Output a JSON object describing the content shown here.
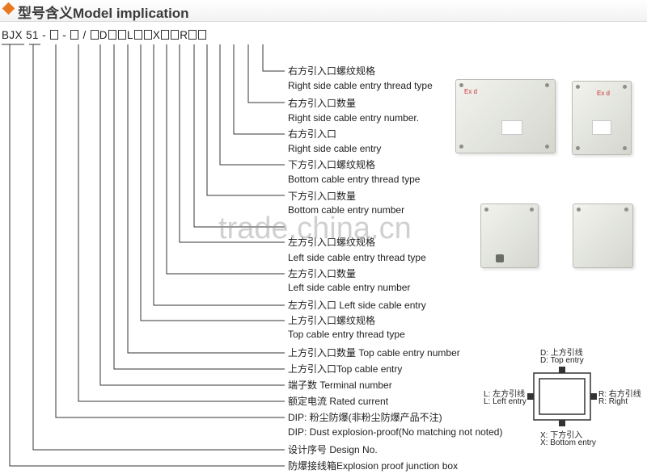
{
  "header": {
    "title": "型号含义Model implication"
  },
  "code": {
    "segments": [
      {
        "text": "BJX 51 - "
      },
      {
        "box": true
      },
      {
        "text": " - "
      },
      {
        "box": true
      },
      {
        "text": " / "
      },
      {
        "box": true
      },
      {
        "text": "D"
      },
      {
        "box": true
      },
      {
        "box": true
      },
      {
        "text": "L"
      },
      {
        "box": true
      },
      {
        "box": true
      },
      {
        "text": "X"
      },
      {
        "box": true
      },
      {
        "box": true
      },
      {
        "text": "R"
      },
      {
        "box": true
      },
      {
        "box": true
      }
    ]
  },
  "labels": [
    "右方引入口螺纹规格",
    "Right side cable entry thread type",
    "右方引入口数量",
    "Right side cable entry number.",
    "右方引入口",
    "Right side cable entry",
    "下方引入口螺纹规格",
    "Bottom cable entry thread type",
    "下方引入口数量",
    "Bottom cable entry number",
    "左方引入口螺纹规格",
    "Left side cable entry thread type",
    "左方引入口数量",
    "Left side cable entry number",
    "左方引入口 Left side cable entry",
    "上方引入口螺纹规格",
    "Top cable entry thread type",
    "上方引入口数量 Top cable entry number",
    "上方引入口Top cable entry",
    "端子数 Terminal number",
    "额定电流  Rated current",
    "DIP:  粉尘防爆(非粉尘防爆产品不注)",
    "DIP: Dust explosion-proof(No matching not noted)",
    "设计序号 Design No.",
    "防爆接线箱Explosion proof junction box"
  ],
  "watermark": "trade.china.cn",
  "photos": {
    "tag": "Ex d"
  },
  "entry_diagram": {
    "top": [
      "D: 上方引线",
      "D: Top  entry"
    ],
    "left": [
      "L: 左方引线",
      "L: Left entry"
    ],
    "right": [
      "R: 右方引线",
      "R: Right"
    ],
    "bottom": [
      "X: 下方引入",
      "X: Bottom entry"
    ]
  },
  "colors": {
    "accent": "#e8791e",
    "line": "#333333"
  }
}
